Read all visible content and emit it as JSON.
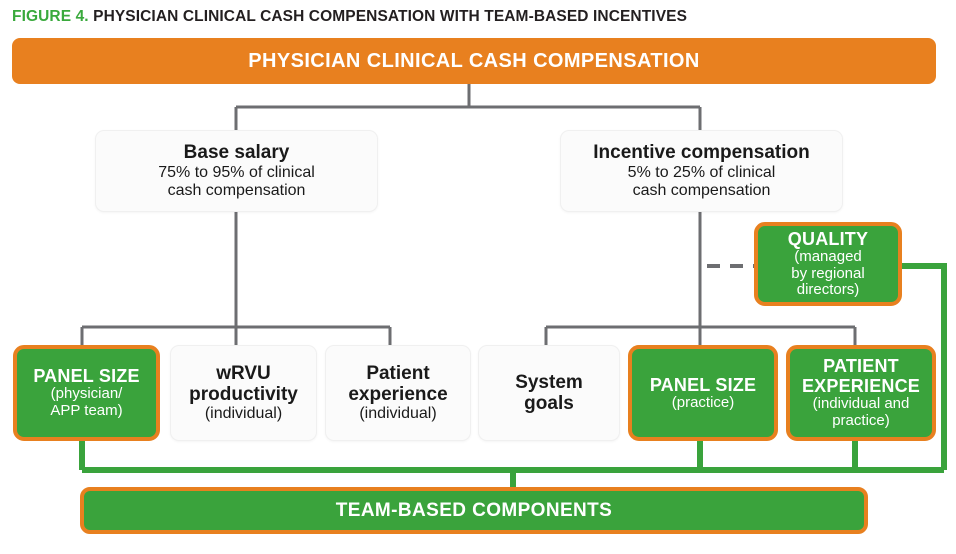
{
  "figure": {
    "number_label": "FIGURE 4.",
    "title": "PHYSICIAN CLINICAL CASH COMPENSATION WITH TEAM-BASED INCENTIVES"
  },
  "colors": {
    "orange": "#e8801f",
    "green": "#3aa33c",
    "title_green": "#39a93c",
    "wire_gray": "#6d6e71",
    "card_bg": "#fbfbfb",
    "text_dark": "#1a1a1a",
    "text_light": "#ffffff"
  },
  "top_banner": {
    "label": "PHYSICIAN CLINICAL CASH COMPENSATION"
  },
  "level2": [
    {
      "id": "base-salary",
      "title": "Base salary",
      "detail": "75% to 95% of clinical\ncash compensation",
      "style": "card"
    },
    {
      "id": "incentive-compensation",
      "title": "Incentive compensation",
      "detail": "5% to 25% of clinical\ncash compensation",
      "style": "card"
    }
  ],
  "quality": {
    "id": "quality",
    "title": "QUALITY",
    "detail": "(managed\nby regional\ndirectors)",
    "style": "green",
    "connector": "dashed"
  },
  "level3": [
    {
      "id": "panel-size-physician-app-team",
      "title": "PANEL SIZE",
      "detail": "(physician/\nAPP team)",
      "style": "green",
      "parent": "base-salary",
      "team_based": true
    },
    {
      "id": "wrvu-productivity",
      "title": "wRVU\nproductivity",
      "detail": "(individual)",
      "style": "card",
      "parent": "base-salary",
      "team_based": false
    },
    {
      "id": "patient-experience-individual",
      "title": "Patient\nexperience",
      "detail": "(individual)",
      "style": "card",
      "parent": "base-salary",
      "team_based": false
    },
    {
      "id": "system-goals",
      "title": "System\ngoals",
      "detail": "",
      "style": "card",
      "parent": "incentive-compensation",
      "team_based": false
    },
    {
      "id": "panel-size-practice",
      "title": "PANEL SIZE",
      "detail": "(practice)",
      "style": "green",
      "parent": "incentive-compensation",
      "team_based": true
    },
    {
      "id": "patient-experience-individual-and-practice",
      "title": "PATIENT\nEXPERIENCE",
      "detail": "(individual and\npractice)",
      "style": "green",
      "parent": "incentive-compensation",
      "team_based": true
    }
  ],
  "bottom_banner": {
    "label": "TEAM-BASED COMPONENTS"
  }
}
